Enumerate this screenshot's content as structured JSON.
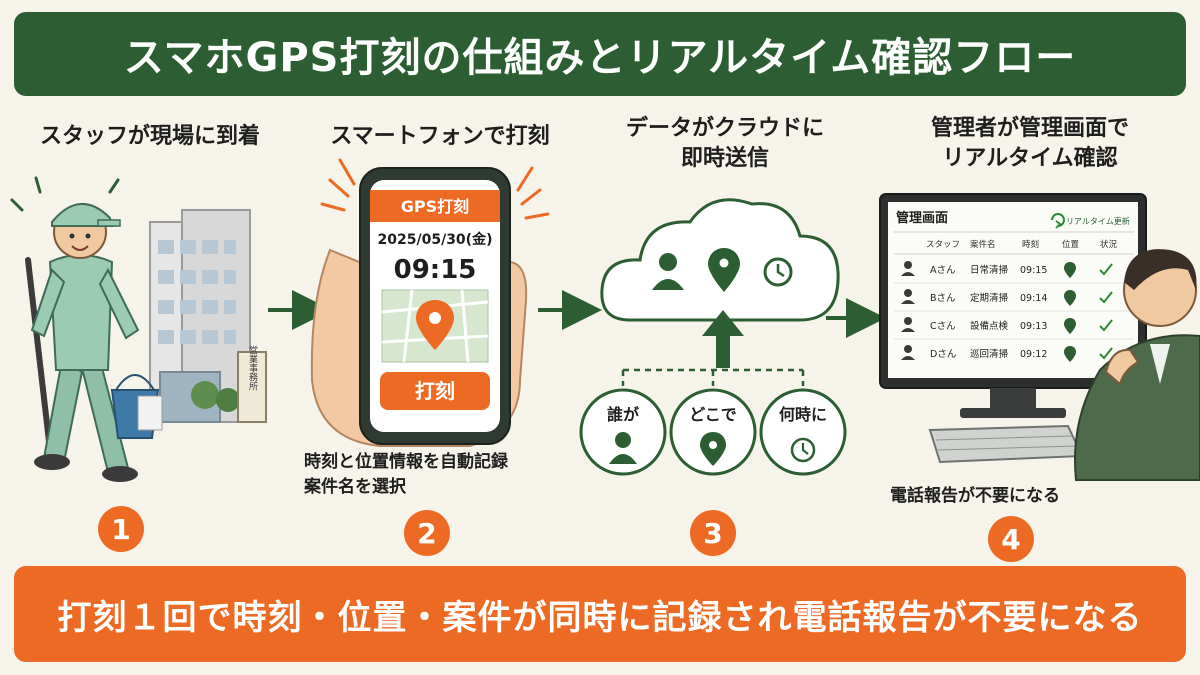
{
  "title": "スマホGPS打刻の仕組みとリアルタイム確認フロー",
  "steps": [
    {
      "number": "1",
      "label": "スタッフが現場に到着"
    },
    {
      "number": "2",
      "label": "スマートフォンで打刻",
      "note_lines": [
        "時刻と位置情報を自動記録",
        "案件名を選択"
      ]
    },
    {
      "number": "3",
      "label_lines": [
        "データがクラウドに",
        "即時送信"
      ]
    },
    {
      "number": "4",
      "label_lines": [
        "管理者が管理画面で",
        "リアルタイム確認"
      ],
      "note": "電話報告が不要になる"
    }
  ],
  "building_sign": "営業事務所",
  "phone": {
    "header": "GPS打刻",
    "date": "2025/05/30(金)",
    "time": "09:15",
    "button": "打刻"
  },
  "cloud_items": [
    {
      "label": "誰が",
      "icon": "person-icon"
    },
    {
      "label": "どこで",
      "icon": "map-pin-icon"
    },
    {
      "label": "何時に",
      "icon": "clock-icon"
    }
  ],
  "admin_screen": {
    "title": "管理画面",
    "refresh": "リアルタイム更新",
    "columns": [
      "スタッフ",
      "案件名",
      "時刻",
      "位置",
      "状況"
    ],
    "rows": [
      {
        "staff": "Aさん",
        "job": "日常清掃",
        "time": "09:15"
      },
      {
        "staff": "Bさん",
        "job": "定期清掃",
        "time": "09:14"
      },
      {
        "staff": "Cさん",
        "job": "設備点検",
        "time": "09:13"
      },
      {
        "staff": "Dさん",
        "job": "巡回清掃",
        "time": "09:12"
      }
    ]
  },
  "bottom_message": "打刻１回で時刻・位置・案件が同時に記録され電話報告が不要になる",
  "colors": {
    "green": "#2d5e33",
    "orange": "#ec6a23",
    "background": "#f6f3ea"
  }
}
